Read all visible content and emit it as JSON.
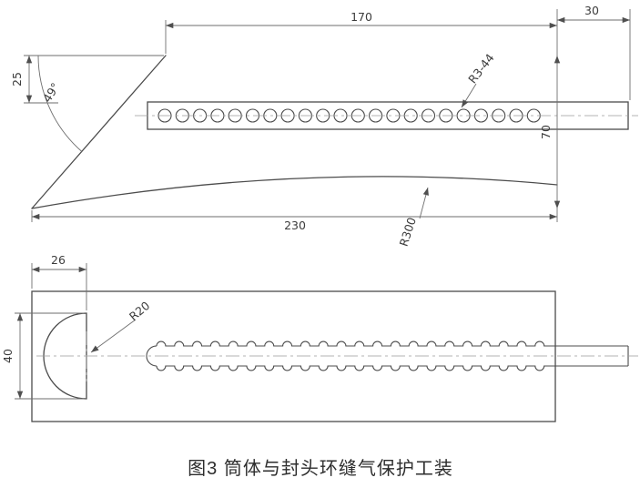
{
  "figure": {
    "caption": "图3 筒体与封头环缝气保护工装"
  },
  "side_view": {
    "dim_length_top": "170",
    "dim_overhang": "30",
    "dim_height_left": "25",
    "dim_angle": "49°",
    "label_holes": "R3-44",
    "dim_height_right": "70",
    "dim_length_bottom": "230",
    "label_curve_radius": "R300"
  },
  "plan_view": {
    "dim_end_offset": "26",
    "label_end_radius": "R20",
    "dim_width": "40"
  }
}
